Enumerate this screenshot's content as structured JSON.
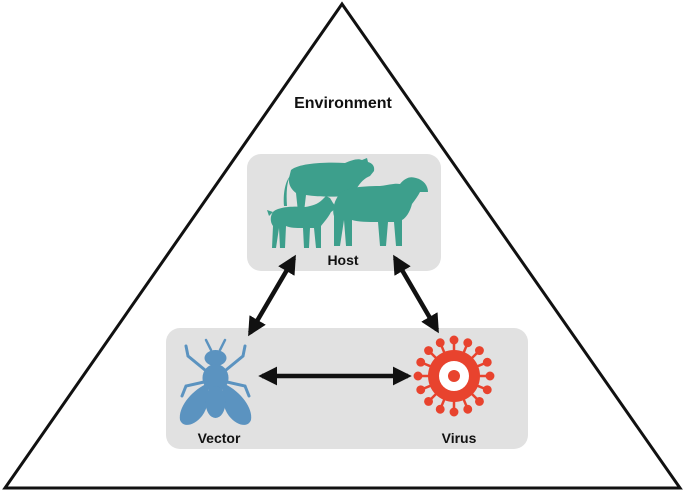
{
  "diagram": {
    "environment_label": "Environment",
    "host_label": "Host",
    "vector_label": "Vector",
    "virus_label": "Virus"
  },
  "colors": {
    "triangle_stroke": "#111111",
    "panel_fill": "#e1e1e1",
    "host_color": "#3d9f8c",
    "vector_color": "#5b93c0",
    "virus_color": "#e8432e",
    "arrow_color": "#111111"
  },
  "icons": {
    "host": "livestock-icon",
    "vector": "fly-icon",
    "virus": "virus-icon"
  }
}
